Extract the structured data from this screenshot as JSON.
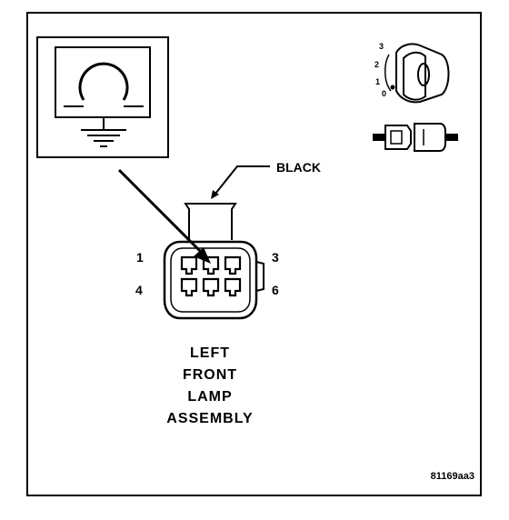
{
  "diagram": {
    "wire_color_label": "BLACK",
    "pins": {
      "p1": "1",
      "p3": "3",
      "p4": "4",
      "p6": "6"
    },
    "title_lines": [
      "LEFT",
      "FRONT",
      "LAMP",
      "ASSEMBLY"
    ],
    "figure_code": "81169aa3",
    "key_position_labels": [
      "3",
      "2",
      "1",
      "0"
    ],
    "icons": {
      "component_symbol": "lamp-ground-symbol-icon",
      "ignition_switch": "ignition-switch-icon",
      "connector_side_view": "connector-side-view-icon"
    }
  }
}
